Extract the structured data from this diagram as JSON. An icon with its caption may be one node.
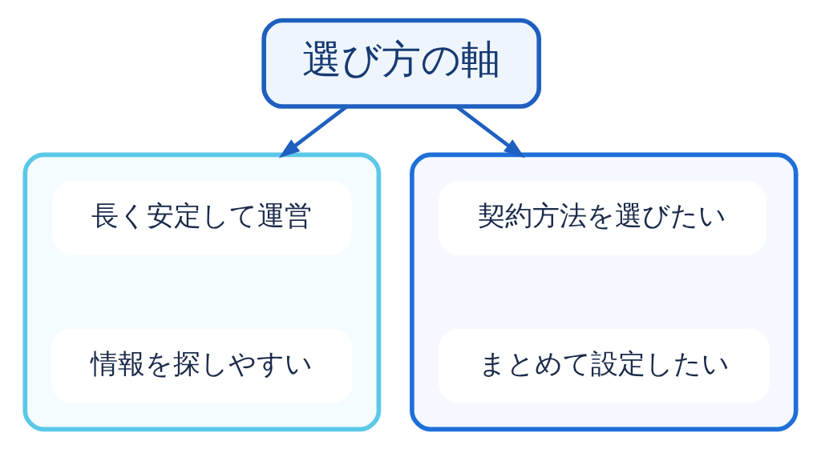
{
  "diagram": {
    "nodes": [
      {
        "text": [
          "選び方の軸"
        ]
      },
      {
        "text": [],
        "shape": "box"
      },
      {
        "text": [
          "長く安定して運営"
        ],
        "in": 1
      },
      {
        "text": [
          "情報を探しやすい"
        ],
        "in": 1
      },
      {
        "text": [],
        "shape": "box"
      },
      {
        "text": [
          "契約方法を選びたい"
        ],
        "in": 4
      },
      {
        "text": [
          "まとめて設定したい"
        ],
        "in": 4
      }
    ],
    "edges": [
      {
        "from": 0,
        "to": 1,
        "arrow": "to"
      },
      {
        "from": 0,
        "to": 4,
        "arrow": "to"
      }
    ]
  }
}
